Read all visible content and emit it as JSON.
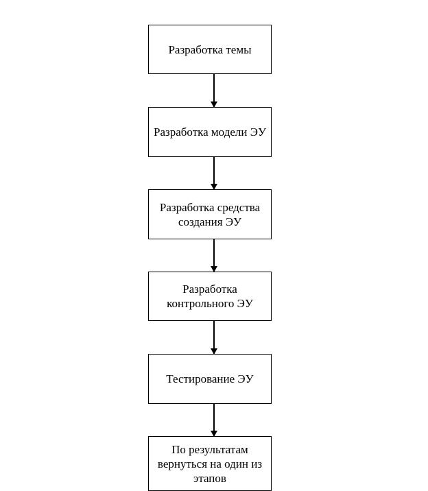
{
  "flowchart": {
    "steps": [
      {
        "text": "Разработка темы"
      },
      {
        "text": "Разработка модели ЭУ"
      },
      {
        "text": "Разработка средства создания ЭУ"
      },
      {
        "text": "Разработка контрольного ЭУ"
      },
      {
        "text": "Тестирование ЭУ"
      },
      {
        "text": "По результатам вернуться на один из этапов"
      }
    ]
  }
}
